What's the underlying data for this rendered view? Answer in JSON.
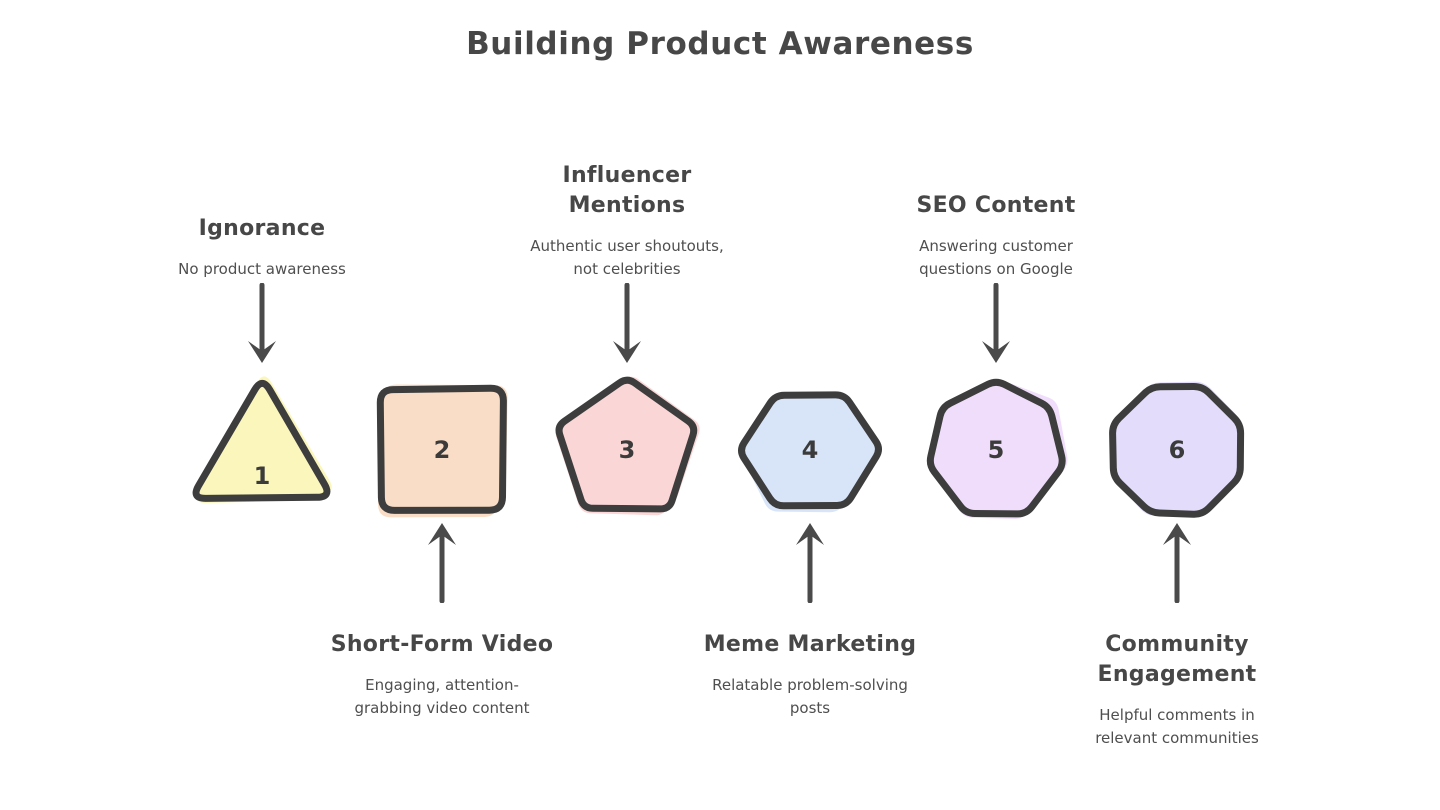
{
  "title": "Building Product Awareness",
  "theme": {
    "background": "#ffffff",
    "text_color": "#474747",
    "stroke_color": "#3d3d3d",
    "arrow_color": "#4a4a4a"
  },
  "steps": [
    {
      "number": "1",
      "title": "Ignorance",
      "description": "No product awareness",
      "shape": "triangle",
      "fill": "#FBF6B8",
      "label_position": "above",
      "arrow_direction": "down"
    },
    {
      "number": "2",
      "title": "Short-Form Video",
      "description": "Engaging, attention-grabbing video content",
      "shape": "square",
      "fill": "#F9DCC4",
      "label_position": "below",
      "arrow_direction": "up"
    },
    {
      "number": "3",
      "title": "Influencer Mentions",
      "description": "Authentic user shoutouts, not celebrities",
      "shape": "pentagon",
      "fill": "#FAD4D4",
      "label_position": "above",
      "arrow_direction": "down"
    },
    {
      "number": "4",
      "title": "Meme Marketing",
      "description": "Relatable problem-solving posts",
      "shape": "hexagon",
      "fill": "#D6E4F8",
      "label_position": "below",
      "arrow_direction": "up"
    },
    {
      "number": "5",
      "title": "SEO Content",
      "description": "Answering customer questions on Google",
      "shape": "heptagon",
      "fill": "#F0DCFB",
      "label_position": "above",
      "arrow_direction": "down"
    },
    {
      "number": "6",
      "title": "Community Engagement",
      "description": "Helpful comments in relevant communities",
      "shape": "octagon",
      "fill": "#E2DBFA",
      "label_position": "below",
      "arrow_direction": "up"
    }
  ]
}
